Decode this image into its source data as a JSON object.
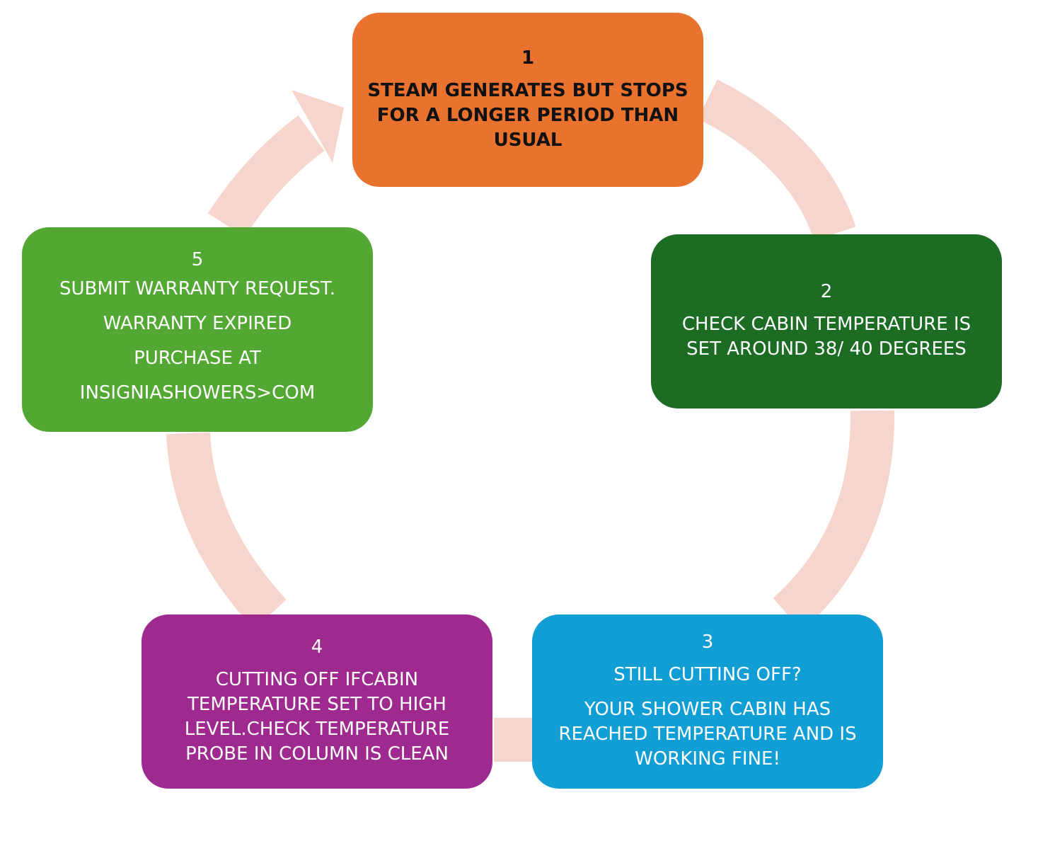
{
  "colors": {
    "ring": "#f6d5cc",
    "step1": "#e9722f",
    "step2": "#1c6c24",
    "step3": "#109ed5",
    "step4": "#9e2a8f",
    "step5": "#53a733"
  },
  "steps": [
    {
      "number": "1",
      "lines": [
        "STEAM GENERATES BUT STOPS",
        "FOR A LONGER PERIOD THAN",
        "USUAL"
      ]
    },
    {
      "number": "2",
      "lines": [
        "CHECK CABIN TEMPERATURE IS",
        "SET AROUND 38/ 40 DEGREES"
      ]
    },
    {
      "number": "3",
      "question": "STILL CUTTING OFF?",
      "lines": [
        "YOUR SHOWER CABIN HAS",
        "REACHED TEMPERATURE AND IS",
        "WORKING FINE!"
      ]
    },
    {
      "number": "4",
      "lines": [
        "CUTTING OFF IFCABIN",
        "TEMPERATURE SET TO HIGH",
        "LEVEL.CHECK TEMPERATURE",
        "PROBE IN COLUMN IS CLEAN"
      ]
    },
    {
      "number": "5",
      "lines": [
        "SUBMIT WARRANTY REQUEST.",
        "WARRANTY EXPIRED",
        "PURCHASE AT",
        "INSIGNIASHOWERS>COM"
      ]
    }
  ]
}
